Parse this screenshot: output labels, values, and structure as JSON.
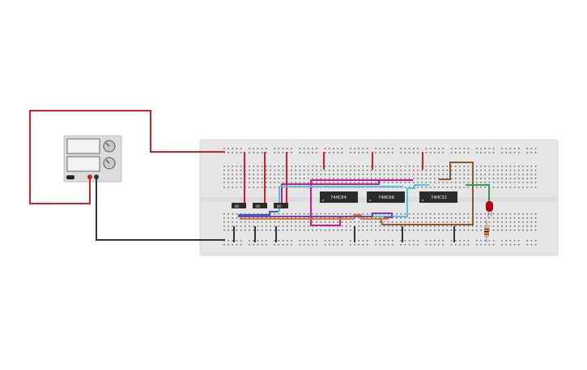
{
  "colors": {
    "wire_red": "#d0212a",
    "wire_black": "#333333",
    "wire_magenta": "#c21d8b",
    "wire_cyan": "#54c3e0",
    "wire_brown": "#8a5a2b",
    "wire_green": "#2ba34a",
    "wire_orange": "#e07a1c",
    "wire_purple": "#7b3fbf",
    "wire_blue": "#2f5fd0",
    "breadboard": "#e6e6e6",
    "chip": "#2b2b2b",
    "led": "#b1060f"
  },
  "power_supply": {
    "name": "power-supply"
  },
  "chips": [
    {
      "label": "74HC04"
    },
    {
      "label": "74HC08"
    },
    {
      "label": "74HC32"
    }
  ],
  "switches": [
    {
      "label": "ON"
    },
    {
      "label": "ON"
    },
    {
      "label": "ON"
    }
  ]
}
